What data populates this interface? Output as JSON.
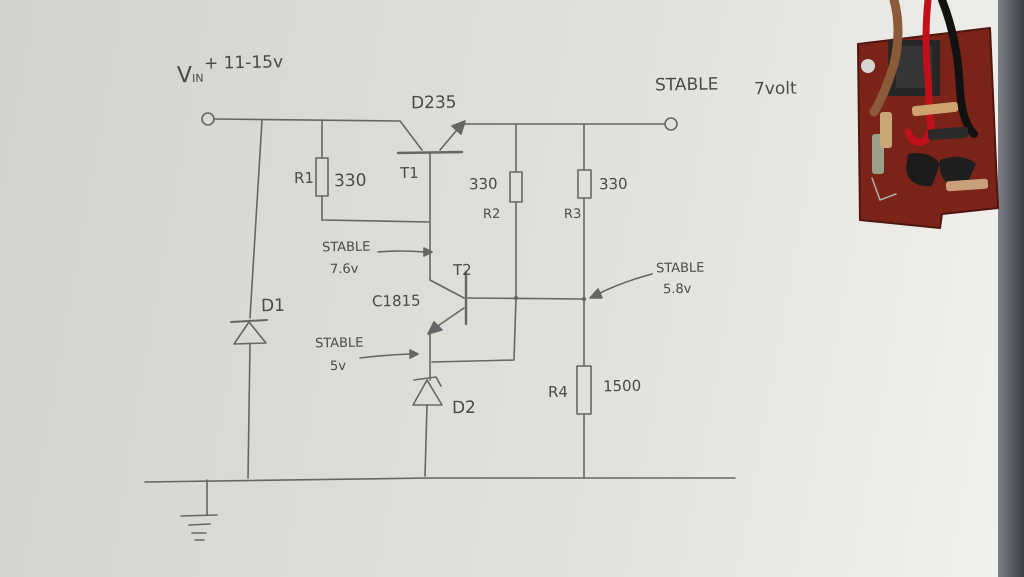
{
  "schematic": {
    "vin_symbol": "V",
    "vin_subscript": "IN",
    "vin_range": "+ 11-15v",
    "output_label": "STABLE",
    "output_value": "7volt",
    "transistors": {
      "t1_part": "D235",
      "t1_ref": "T1",
      "t2_part": "C1815",
      "t2_ref": "T2"
    },
    "resistors": {
      "r1_ref": "R1",
      "r1_value": "330",
      "r2_ref": "R2",
      "r2_value": "330",
      "r3_ref": "R3",
      "r3_value": "330",
      "r4_ref": "R4",
      "r4_value": "1500"
    },
    "diodes": {
      "d1_ref": "D1",
      "d2_ref": "D2"
    },
    "annotations": {
      "a1_word": "STABLE",
      "a1_value": "7.6v",
      "a2_word": "STABLE",
      "a2_value": "5v",
      "a3_word": "STABLE",
      "a3_value": "5.8v"
    }
  },
  "photo": {
    "subject": "regulator-circuit-board"
  }
}
